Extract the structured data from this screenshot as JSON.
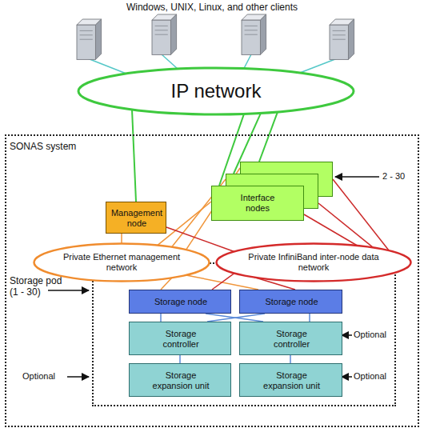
{
  "diagram": {
    "nodes": [
      {
        "text": [
          "IP network"
        ]
      },
      {
        "text": [
          "SONAS system"
        ]
      },
      {
        "text": [
          "Management node"
        ],
        "in": 1
      },
      {
        "text": [
          "Interface nodes"
        ],
        "in": 1
      },
      {
        "text": [
          "Private Ethernet management network"
        ],
        "in": 1
      },
      {
        "text": [
          "Private InfiniBand inter-node data network"
        ],
        "in": 1
      },
      {
        "text": [
          "Storage pod (1 - 30)"
        ],
        "in": 1
      },
      {
        "text": [
          "Storage node"
        ],
        "in": 6
      },
      {
        "text": [
          "Storage node"
        ],
        "in": 6
      },
      {
        "text": [
          "Storage controller"
        ],
        "in": 6
      },
      {
        "text": [
          "Storage controller"
        ],
        "in": 6
      },
      {
        "text": [
          "Storage expansion unit"
        ],
        "in": 6
      },
      {
        "text": [
          "Storage expansion unit"
        ],
        "in": 6
      }
    ],
    "edges": [
      {
        "from": 2,
        "to": 0,
        "arrow": "none"
      },
      {
        "from": 3,
        "to": 0,
        "arrow": "none"
      },
      {
        "from": 3,
        "to": 0,
        "arrow": "none"
      },
      {
        "from": 3,
        "to": 0,
        "arrow": "none"
      },
      {
        "from": 2,
        "to": 4,
        "arrow": "none"
      },
      {
        "from": 3,
        "to": 4,
        "arrow": "none"
      },
      {
        "from": 3,
        "to": 4,
        "arrow": "none"
      },
      {
        "from": 3,
        "to": 4,
        "arrow": "none"
      },
      {
        "from": 2,
        "to": 5,
        "arrow": "none"
      },
      {
        "from": 3,
        "to": 5,
        "arrow": "none"
      },
      {
        "from": 3,
        "to": 5,
        "arrow": "none"
      },
      {
        "from": 3,
        "to": 5,
        "arrow": "none"
      },
      {
        "from": 4,
        "to": 7,
        "arrow": "none"
      },
      {
        "from": 4,
        "to": 8,
        "arrow": "none"
      },
      {
        "from": 5,
        "to": 7,
        "arrow": "none"
      },
      {
        "from": 5,
        "to": 8,
        "arrow": "none"
      },
      {
        "from": 7,
        "to": 9,
        "arrow": "none"
      },
      {
        "from": 7,
        "to": 10,
        "arrow": "none"
      },
      {
        "from": 8,
        "to": 9,
        "arrow": "none"
      },
      {
        "from": 8,
        "to": 10,
        "arrow": "none"
      },
      {
        "from": 9,
        "to": 11,
        "arrow": "none"
      },
      {
        "from": 10,
        "to": 12,
        "arrow": "none"
      }
    ],
    "labels": [
      "Windows, UNIX, Linux, and other clients",
      "2 - 30",
      "Optional",
      "Optional",
      "Optional"
    ]
  }
}
